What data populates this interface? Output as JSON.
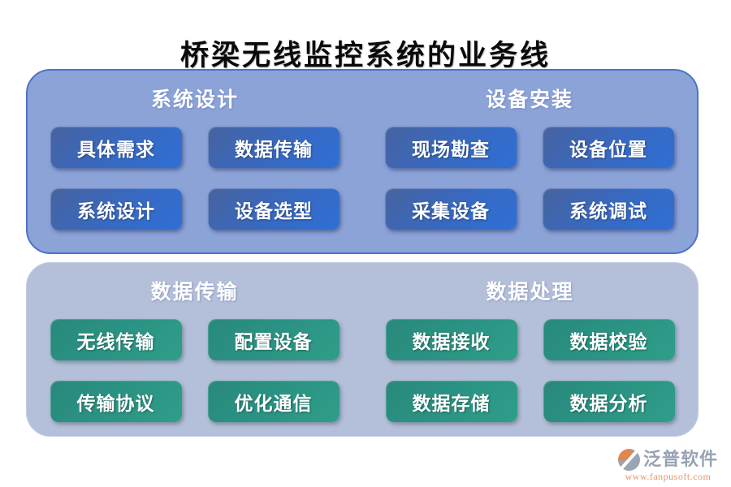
{
  "title": "桥梁无线监控系统的业务线",
  "panels": [
    {
      "id": "design-install-phase",
      "groups": [
        {
          "header": "系统设计",
          "buttons": [
            "具体需求",
            "数据传输",
            "系统设计",
            "设备选型"
          ]
        },
        {
          "header": "设备安装",
          "buttons": [
            "现场勘查",
            "设备位置",
            "采集设备",
            "系统调试"
          ]
        }
      ]
    },
    {
      "id": "transmit-process-phase",
      "groups": [
        {
          "header": "数据传输",
          "buttons": [
            "无线传输",
            "配置设备",
            "传输协议",
            "优化通信"
          ]
        },
        {
          "header": "数据处理",
          "buttons": [
            "数据接收",
            "数据校验",
            "数据存储",
            "数据分析"
          ]
        }
      ]
    }
  ],
  "footer": {
    "brand": "泛普软件",
    "url": "www.fanpusoft.com"
  },
  "icons": {
    "brand_logo": "swoosh-circle-icon"
  },
  "colors": {
    "panel_top_bg": "#8CA3D8",
    "panel_top_border": "#4B74C8",
    "panel_bottom_bg": "#B4BFD9",
    "button_blue_start": "#47639F",
    "button_blue_end": "#2E6FD6",
    "button_green": "#2B9484",
    "button_text": "#FFFFFF",
    "header_text": "#FFFFFF",
    "title_text": "#0A0A0A",
    "brand_gray": "#97A2B2",
    "brand_orange": "#E0874F",
    "url_orange": "#E9946A"
  }
}
